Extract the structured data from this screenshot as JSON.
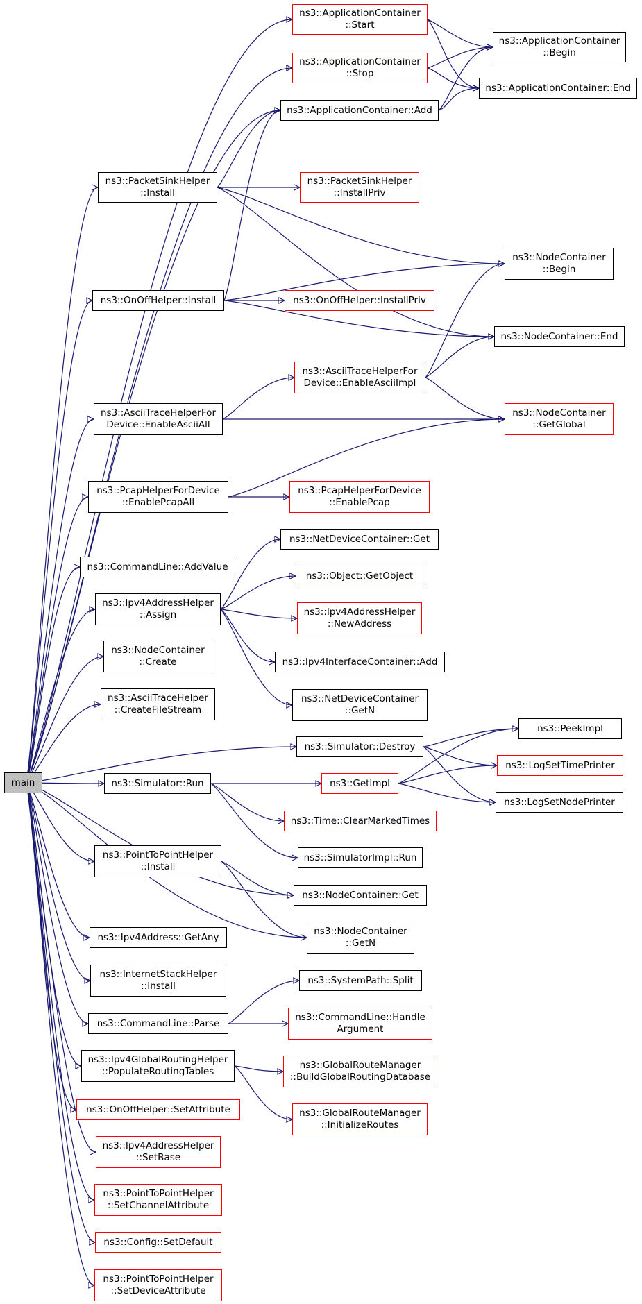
{
  "colors": {
    "edge": "#191970",
    "node_border": "#000000",
    "incomplete_border": "#ff0000",
    "root_fill": "#bfbfbf"
  },
  "nodes": [
    {
      "id": "main",
      "label": "main",
      "style": "root"
    },
    {
      "id": "acStart",
      "label": "ns3::ApplicationContainer\n::Start",
      "style": "red"
    },
    {
      "id": "acStop",
      "label": "ns3::ApplicationContainer\n::Stop",
      "style": "red"
    },
    {
      "id": "acAdd",
      "label": "ns3::ApplicationContainer::Add",
      "style": "black"
    },
    {
      "id": "acBegin",
      "label": "ns3::ApplicationContainer\n::Begin",
      "style": "black"
    },
    {
      "id": "acEnd",
      "label": "ns3::ApplicationContainer::End",
      "style": "black"
    },
    {
      "id": "psInstall",
      "label": "ns3::PacketSinkHelper\n::Install",
      "style": "black"
    },
    {
      "id": "psInstallPriv",
      "label": "ns3::PacketSinkHelper\n::InstallPriv",
      "style": "red"
    },
    {
      "id": "ncBegin",
      "label": "ns3::NodeContainer\n::Begin",
      "style": "black"
    },
    {
      "id": "ooInstall",
      "label": "ns3::OnOffHelper::Install",
      "style": "black"
    },
    {
      "id": "ooInstallPriv",
      "label": "ns3::OnOffHelper::InstallPriv",
      "style": "red"
    },
    {
      "id": "ncEnd",
      "label": "ns3::NodeContainer::End",
      "style": "black"
    },
    {
      "id": "athdEnableAsciiAll",
      "label": "ns3::AsciiTraceHelperFor\nDevice::EnableAsciiAll",
      "style": "black"
    },
    {
      "id": "athdEnableAsciiImpl",
      "label": "ns3::AsciiTraceHelperFor\nDevice::EnableAsciiImpl",
      "style": "red"
    },
    {
      "id": "ncGetGlobal",
      "label": "ns3::NodeContainer\n::GetGlobal",
      "style": "red"
    },
    {
      "id": "phdEnablePcapAll",
      "label": "ns3::PcapHelperForDevice\n::EnablePcapAll",
      "style": "black"
    },
    {
      "id": "phdEnablePcap",
      "label": "ns3::PcapHelperForDevice\n::EnablePcap",
      "style": "red"
    },
    {
      "id": "clAddValue",
      "label": "ns3::CommandLine::AddValue",
      "style": "black"
    },
    {
      "id": "ndcGet",
      "label": "ns3::NetDeviceContainer::Get",
      "style": "black"
    },
    {
      "id": "ipv4ahAssign",
      "label": "ns3::Ipv4AddressHelper\n::Assign",
      "style": "black"
    },
    {
      "id": "objGetObject",
      "label": "ns3::Object::GetObject",
      "style": "red"
    },
    {
      "id": "ipv4ahNewAddress",
      "label": "ns3::Ipv4AddressHelper\n::NewAddress",
      "style": "red"
    },
    {
      "id": "ncCreate",
      "label": "ns3::NodeContainer\n::Create",
      "style": "black"
    },
    {
      "id": "ipv4icAdd",
      "label": "ns3::Ipv4InterfaceContainer::Add",
      "style": "black"
    },
    {
      "id": "athCreateFileStream",
      "label": "ns3::AsciiTraceHelper\n::CreateFileStream",
      "style": "black"
    },
    {
      "id": "ndcGetN",
      "label": "ns3::NetDeviceContainer\n::GetN",
      "style": "black"
    },
    {
      "id": "simPeekImpl",
      "label": "ns3::PeekImpl",
      "style": "black"
    },
    {
      "id": "simDestroy",
      "label": "ns3::Simulator::Destroy",
      "style": "black"
    },
    {
      "id": "logSetTimePrinter",
      "label": "ns3::LogSetTimePrinter",
      "style": "red"
    },
    {
      "id": "simRun",
      "label": "ns3::Simulator::Run",
      "style": "black"
    },
    {
      "id": "simGetImpl",
      "label": "ns3::GetImpl",
      "style": "red"
    },
    {
      "id": "logSetNodePrinter",
      "label": "ns3::LogSetNodePrinter",
      "style": "black"
    },
    {
      "id": "timeClearMarkedTimes",
      "label": "ns3::Time::ClearMarkedTimes",
      "style": "red"
    },
    {
      "id": "simImplRun",
      "label": "ns3::SimulatorImpl::Run",
      "style": "black"
    },
    {
      "id": "p2pInstall",
      "label": "ns3::PointToPointHelper\n::Install",
      "style": "black"
    },
    {
      "id": "ncGet",
      "label": "ns3::NodeContainer::Get",
      "style": "black"
    },
    {
      "id": "ncGetN",
      "label": "ns3::NodeContainer\n::GetN",
      "style": "black"
    },
    {
      "id": "ipv4GetAny",
      "label": "ns3::Ipv4Address::GetAny",
      "style": "black"
    },
    {
      "id": "ishInstall",
      "label": "ns3::InternetStackHelper\n::Install",
      "style": "black"
    },
    {
      "id": "spSplit",
      "label": "ns3::SystemPath::Split",
      "style": "black"
    },
    {
      "id": "clParse",
      "label": "ns3::CommandLine::Parse",
      "style": "black"
    },
    {
      "id": "clHandleArgument",
      "label": "ns3::CommandLine::Handle\nArgument",
      "style": "red"
    },
    {
      "id": "ipv4grhPopulate",
      "label": "ns3::Ipv4GlobalRoutingHelper\n::PopulateRoutingTables",
      "style": "black"
    },
    {
      "id": "grmBuild",
      "label": "ns3::GlobalRouteManager\n::BuildGlobalRoutingDatabase",
      "style": "red"
    },
    {
      "id": "ooSetAttribute",
      "label": "ns3::OnOffHelper::SetAttribute",
      "style": "red"
    },
    {
      "id": "grmInitRoutes",
      "label": "ns3::GlobalRouteManager\n::InitializeRoutes",
      "style": "red"
    },
    {
      "id": "ipv4ahSetBase",
      "label": "ns3::Ipv4AddressHelper\n::SetBase",
      "style": "red"
    },
    {
      "id": "p2pSetChannelAttribute",
      "label": "ns3::PointToPointHelper\n::SetChannelAttribute",
      "style": "red"
    },
    {
      "id": "cfgSetDefault",
      "label": "ns3::Config::SetDefault",
      "style": "red"
    },
    {
      "id": "p2pSetDeviceAttribute",
      "label": "ns3::PointToPointHelper\n::SetDeviceAttribute",
      "style": "red"
    }
  ],
  "edges": [
    [
      "main",
      "acStart"
    ],
    [
      "main",
      "acStop"
    ],
    [
      "main",
      "acAdd"
    ],
    [
      "main",
      "psInstall"
    ],
    [
      "main",
      "ooInstall"
    ],
    [
      "main",
      "athdEnableAsciiAll"
    ],
    [
      "main",
      "phdEnablePcapAll"
    ],
    [
      "main",
      "clAddValue"
    ],
    [
      "main",
      "ipv4ahAssign"
    ],
    [
      "main",
      "ncCreate"
    ],
    [
      "main",
      "athCreateFileStream"
    ],
    [
      "main",
      "simDestroy"
    ],
    [
      "main",
      "simRun"
    ],
    [
      "main",
      "ncGet"
    ],
    [
      "main",
      "p2pInstall"
    ],
    [
      "main",
      "ncGetN"
    ],
    [
      "main",
      "ipv4GetAny"
    ],
    [
      "main",
      "ishInstall"
    ],
    [
      "main",
      "clParse"
    ],
    [
      "main",
      "ipv4grhPopulate"
    ],
    [
      "main",
      "ooSetAttribute"
    ],
    [
      "main",
      "ipv4ahSetBase"
    ],
    [
      "main",
      "p2pSetChannelAttribute"
    ],
    [
      "main",
      "cfgSetDefault"
    ],
    [
      "main",
      "p2pSetDeviceAttribute"
    ],
    [
      "acStart",
      "acBegin"
    ],
    [
      "acStart",
      "acEnd"
    ],
    [
      "acStop",
      "acBegin"
    ],
    [
      "acStop",
      "acEnd"
    ],
    [
      "acAdd",
      "acBegin"
    ],
    [
      "acAdd",
      "acEnd"
    ],
    [
      "psInstall",
      "acAdd"
    ],
    [
      "psInstall",
      "psInstallPriv"
    ],
    [
      "psInstall",
      "ncBegin"
    ],
    [
      "psInstall",
      "ncEnd"
    ],
    [
      "ooInstall",
      "acAdd"
    ],
    [
      "ooInstall",
      "ooInstallPriv"
    ],
    [
      "ooInstall",
      "ncBegin"
    ],
    [
      "ooInstall",
      "ncEnd"
    ],
    [
      "athdEnableAsciiAll",
      "athdEnableAsciiImpl"
    ],
    [
      "athdEnableAsciiAll",
      "ncGetGlobal"
    ],
    [
      "athdEnableAsciiImpl",
      "ncBegin"
    ],
    [
      "athdEnableAsciiImpl",
      "ncEnd"
    ],
    [
      "athdEnableAsciiImpl",
      "ncGetGlobal"
    ],
    [
      "phdEnablePcapAll",
      "ncGetGlobal"
    ],
    [
      "phdEnablePcapAll",
      "phdEnablePcap"
    ],
    [
      "ipv4ahAssign",
      "ndcGet"
    ],
    [
      "ipv4ahAssign",
      "objGetObject"
    ],
    [
      "ipv4ahAssign",
      "ipv4ahNewAddress"
    ],
    [
      "ipv4ahAssign",
      "ipv4icAdd"
    ],
    [
      "ipv4ahAssign",
      "ndcGetN"
    ],
    [
      "simDestroy",
      "simPeekImpl"
    ],
    [
      "simDestroy",
      "logSetTimePrinter"
    ],
    [
      "simDestroy",
      "logSetNodePrinter"
    ],
    [
      "simRun",
      "simGetImpl"
    ],
    [
      "simRun",
      "timeClearMarkedTimes"
    ],
    [
      "simRun",
      "simImplRun"
    ],
    [
      "simGetImpl",
      "simPeekImpl"
    ],
    [
      "simGetImpl",
      "logSetTimePrinter"
    ],
    [
      "simGetImpl",
      "logSetNodePrinter"
    ],
    [
      "p2pInstall",
      "ncGet"
    ],
    [
      "p2pInstall",
      "ncGetN"
    ],
    [
      "clParse",
      "spSplit"
    ],
    [
      "clParse",
      "clHandleArgument"
    ],
    [
      "ipv4grhPopulate",
      "grmBuild"
    ],
    [
      "ipv4grhPopulate",
      "grmInitRoutes"
    ]
  ]
}
